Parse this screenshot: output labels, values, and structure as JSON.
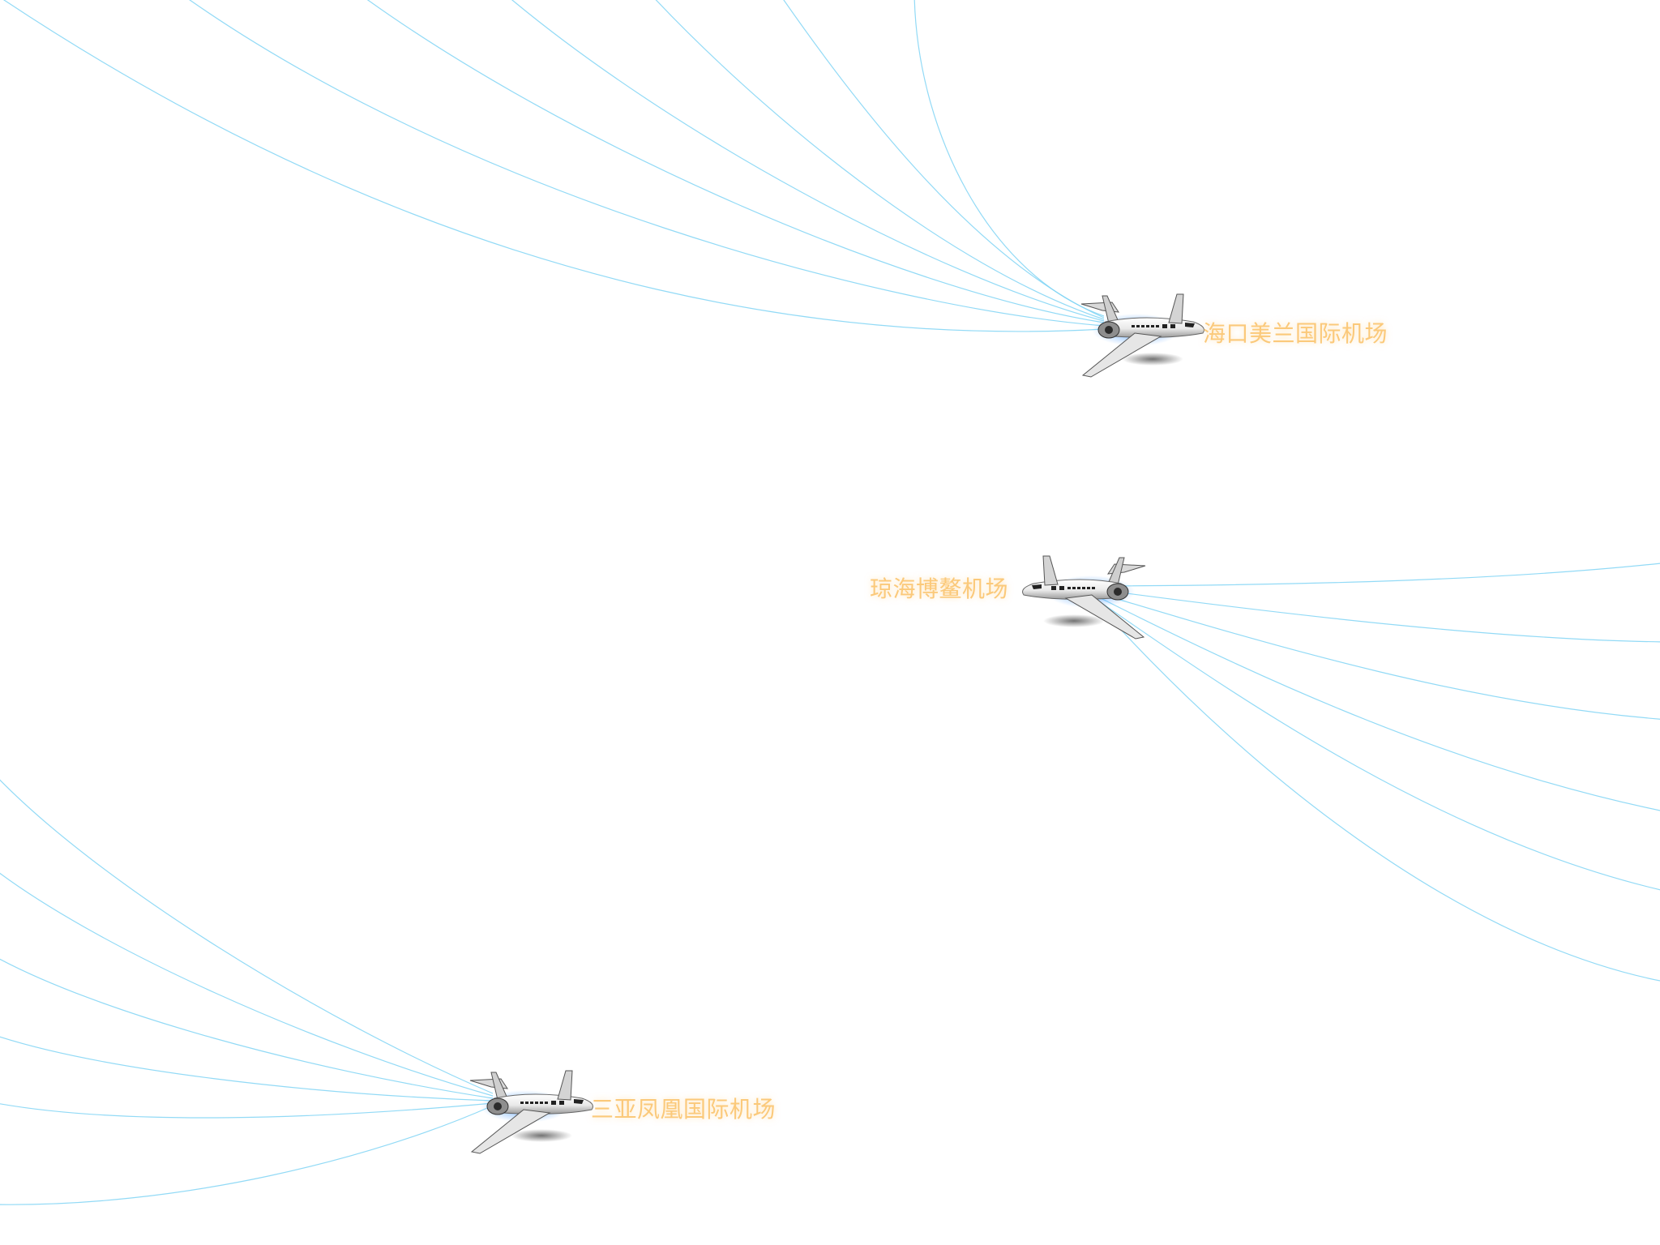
{
  "colors": {
    "route_line": "#7fd3f5",
    "label": "#fbc97a",
    "plane_glow": "#2f8dff"
  },
  "icons": {
    "airport_marker": "airplane-icon"
  },
  "airports": [
    {
      "id": "haikou",
      "name": "海口美兰国际机场",
      "facing": "right"
    },
    {
      "id": "boao",
      "name": "琼海博鳌机场",
      "facing": "left"
    },
    {
      "id": "sanya",
      "name": "三亚凤凰国际机场",
      "facing": "right"
    }
  ]
}
